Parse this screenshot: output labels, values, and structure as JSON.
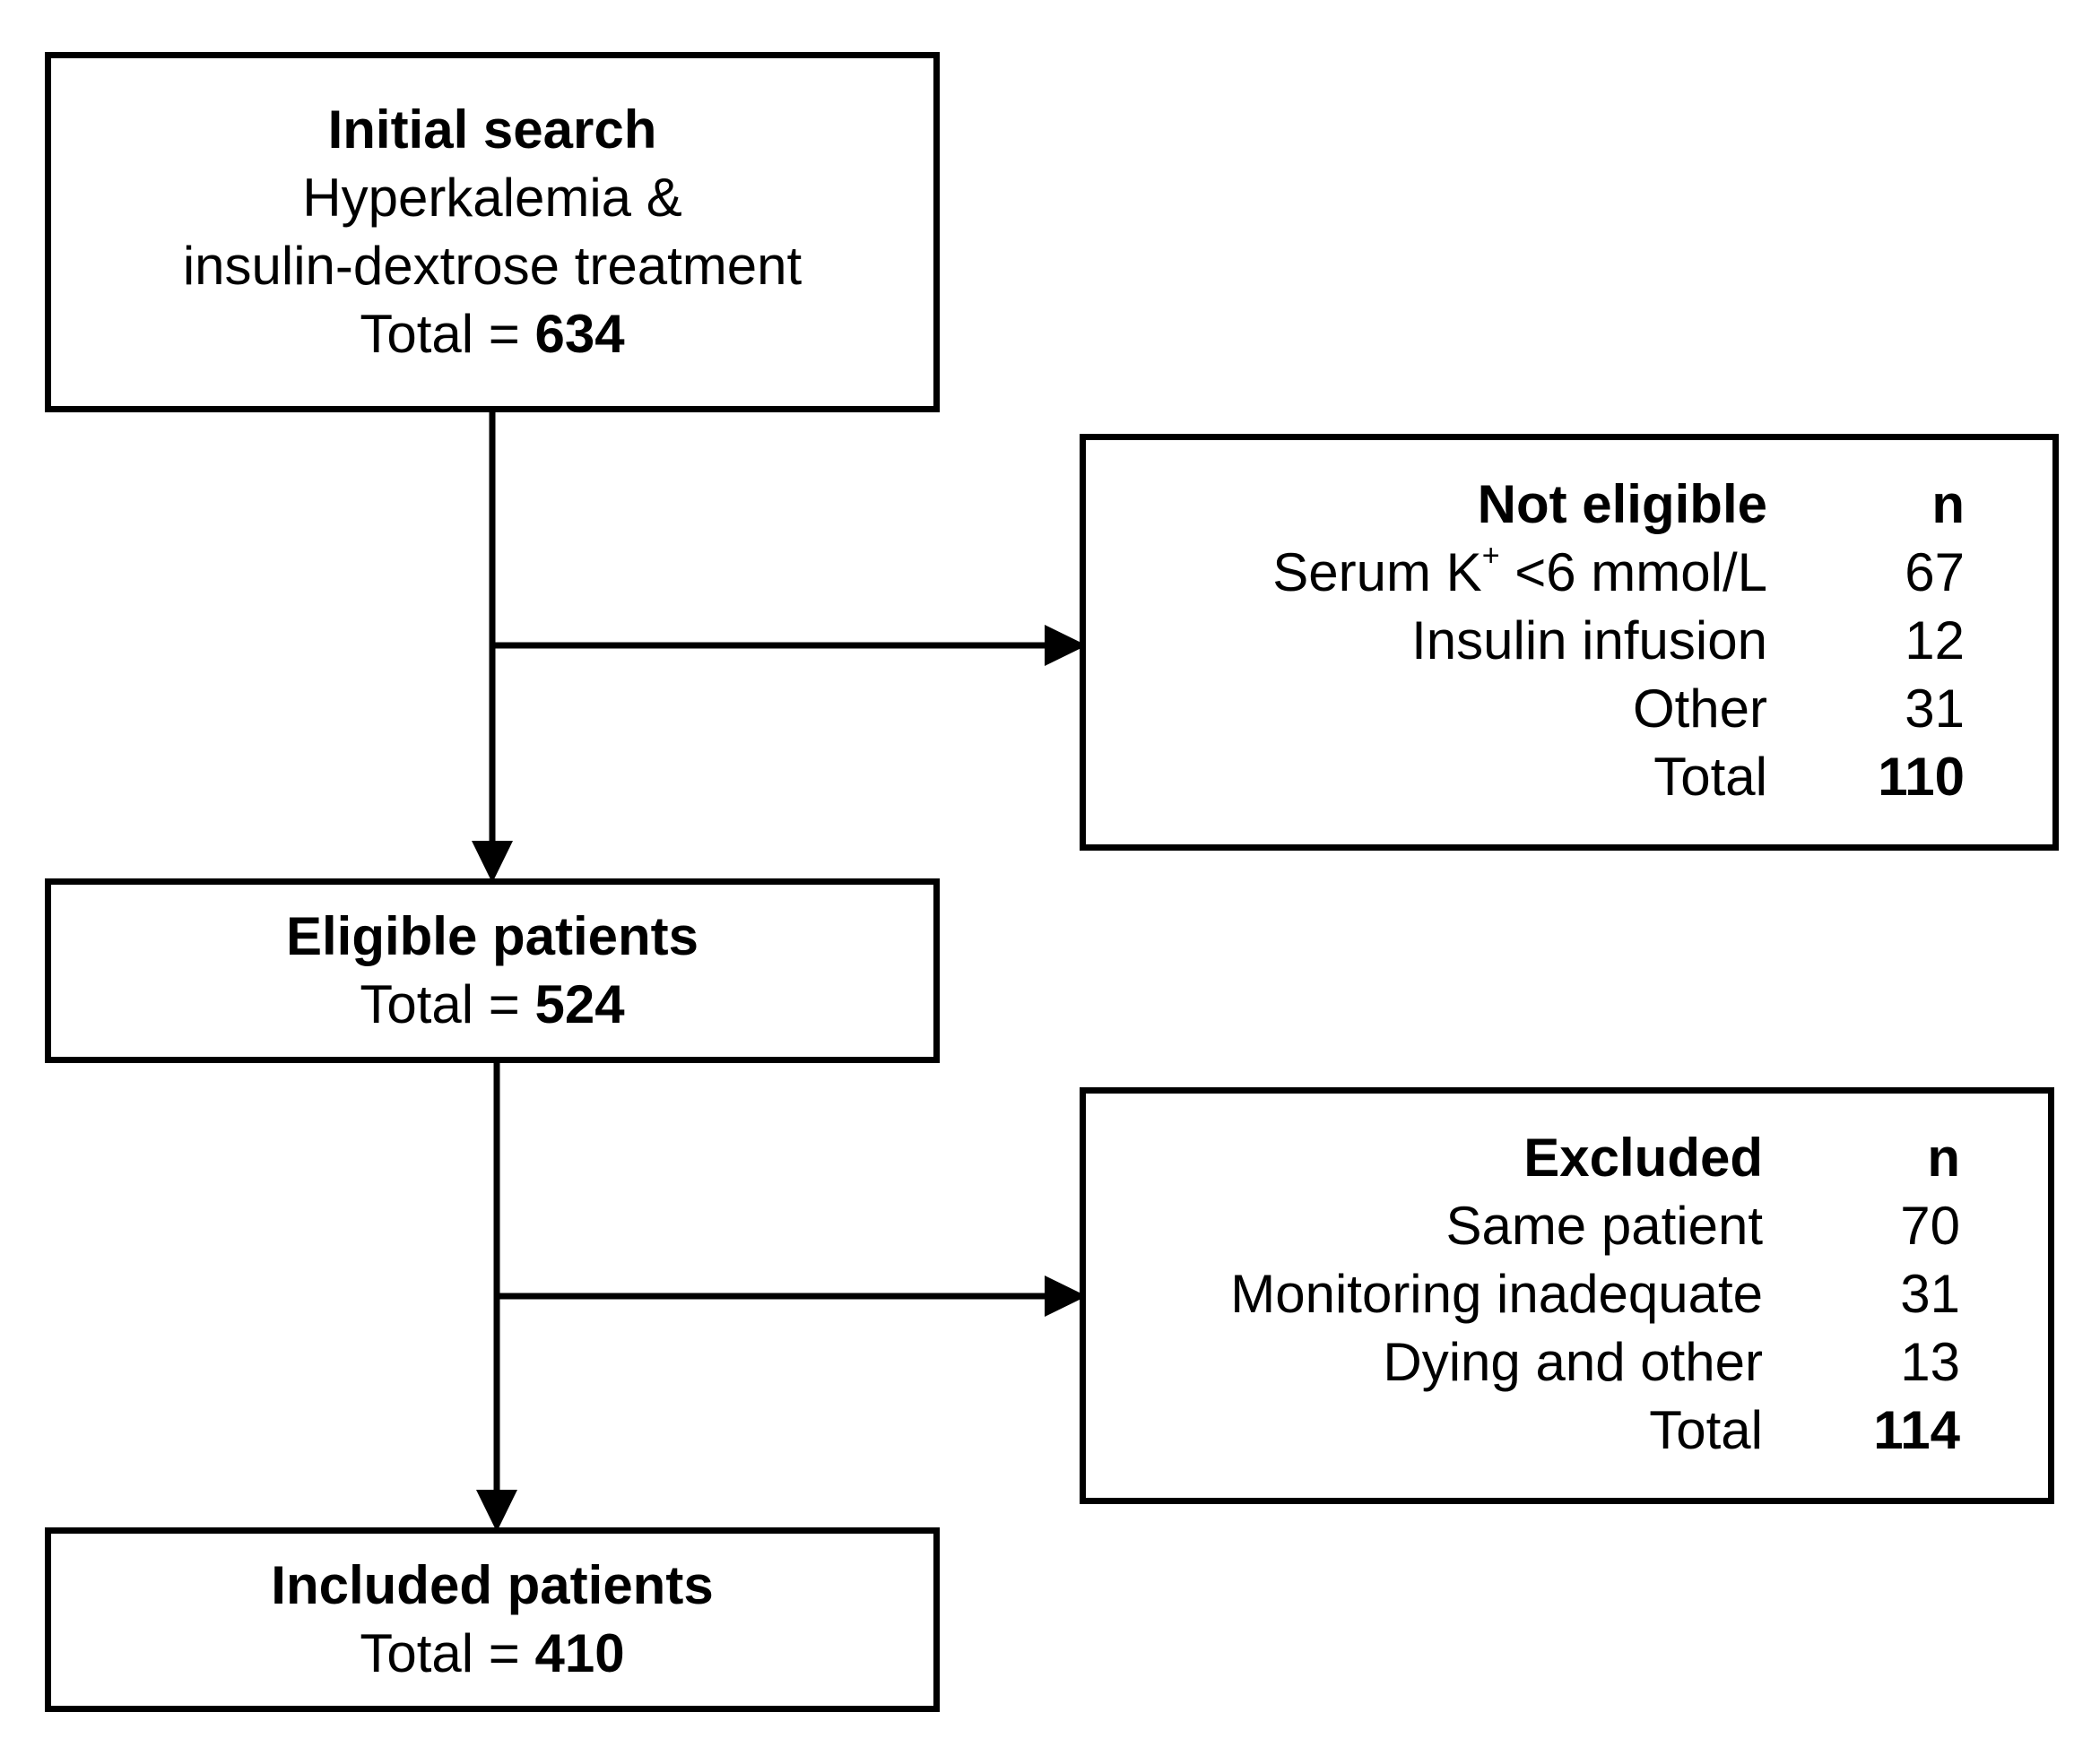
{
  "initial": {
    "title": "Initial search",
    "line1": "Hyperkalemia &",
    "line2": "insulin-dextrose treatment",
    "total_label": "Total = ",
    "total": "634"
  },
  "not_eligible": {
    "header_label": "Not eligible",
    "header_n": "n",
    "rows": [
      {
        "label_pre": "Serum K",
        "label_sup": "+",
        "label_post": " <6 mmol/L",
        "n": "67"
      },
      {
        "label": "Insulin infusion",
        "n": "12"
      },
      {
        "label": "Other",
        "n": "31"
      }
    ],
    "total_label": "Total",
    "total": "110"
  },
  "eligible": {
    "title": "Eligible patients",
    "total_label": "Total = ",
    "total": "524"
  },
  "excluded": {
    "header_label": "Excluded",
    "header_n": "n",
    "rows": [
      {
        "label": "Same patient",
        "n": "70"
      },
      {
        "label": "Monitoring inadequate",
        "n": "31"
      },
      {
        "label": "Dying and other",
        "n": "13"
      }
    ],
    "total_label": "Total",
    "total": "114"
  },
  "included": {
    "title": "Included patients",
    "total_label": "Total = ",
    "total": "410"
  }
}
